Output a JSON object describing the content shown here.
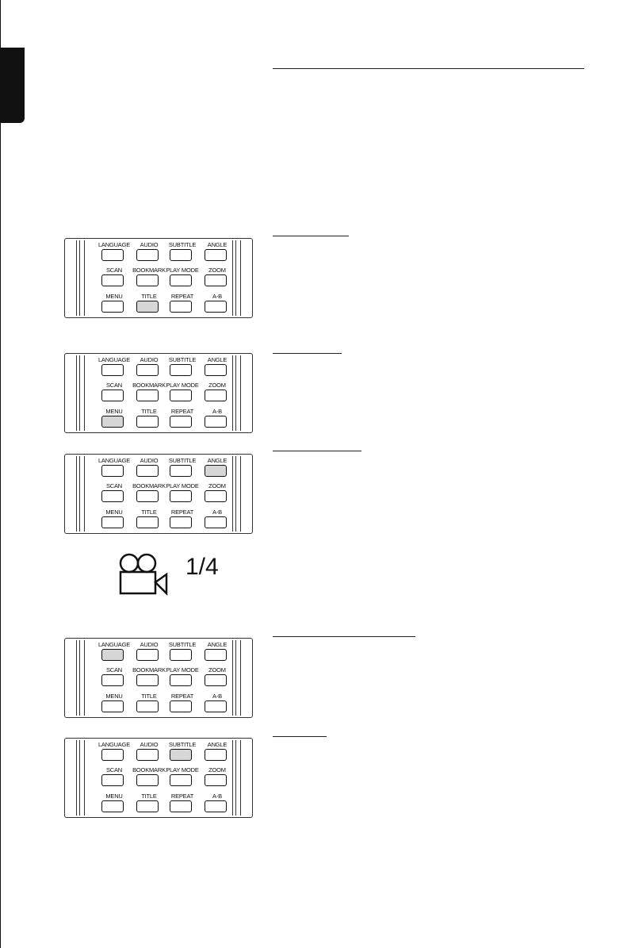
{
  "remote_keys": {
    "language": "LANGUAGE",
    "audio": "AUDIO",
    "subtitle": "SUBTITLE",
    "angle": "ANGLE",
    "scan": "SCAN",
    "bookmark": "BOOKMARK",
    "play_mode": "PLAY MODE",
    "zoom": "ZOOM",
    "menu": "MENU",
    "title": "TITLE",
    "repeat": "REPEAT",
    "a_b": "A-B"
  },
  "panels": [
    {
      "highlighted": "title"
    },
    {
      "highlighted": "menu"
    },
    {
      "highlighted": "angle"
    },
    {
      "highlighted": "language"
    },
    {
      "highlighted": "subtitle"
    }
  ],
  "angle_display": {
    "icon": "camera-icon",
    "value": "1/4"
  },
  "colors": {
    "highlight": "#d6d6d6",
    "ink": "#111111",
    "background": "#ffffff"
  }
}
